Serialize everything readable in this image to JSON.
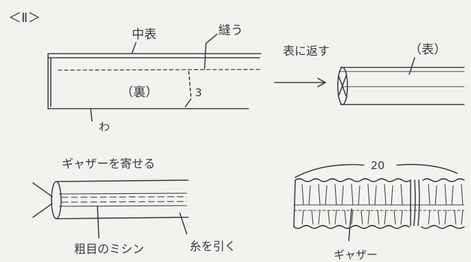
{
  "section_label": "＜Ⅱ＞",
  "step1": {
    "width_label": "中表",
    "sew_label": "縫う",
    "inside_label": "（裏）",
    "seam_allowance": "3",
    "fold_label": "わ"
  },
  "step2": {
    "instruction": "表に返す",
    "side_label": "（表）"
  },
  "step3": {
    "instruction": "ギャザーを寄せる",
    "stitch_label": "粗目のミシン",
    "pull_label": "糸を引く"
  },
  "step4": {
    "length_label": "20",
    "gather_label": "ギャザー"
  },
  "colors": {
    "paper": "#f3f2ee",
    "ink": "#3a3a3a"
  }
}
